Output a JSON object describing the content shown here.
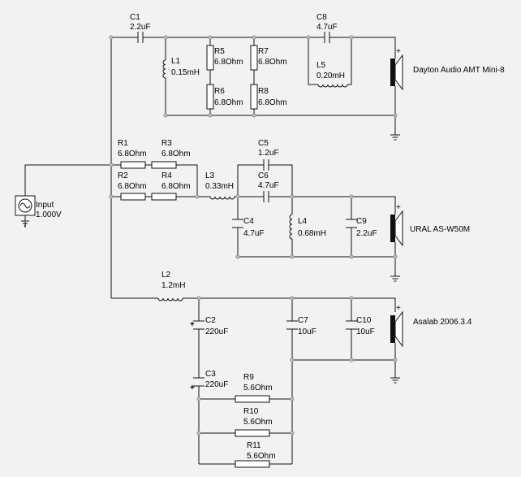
{
  "source": {
    "name": "Input",
    "value": "1.000V"
  },
  "components": {
    "C1": {
      "name": "C1",
      "value": "2.2uF"
    },
    "C2": {
      "name": "C2",
      "value": "220uF"
    },
    "C3": {
      "name": "C3",
      "value": "220uF"
    },
    "C4": {
      "name": "C4",
      "value": "4.7uF"
    },
    "C5": {
      "name": "C5",
      "value": "1.2uF"
    },
    "C6": {
      "name": "C6",
      "value": "4.7uF"
    },
    "C7": {
      "name": "C7",
      "value": "10uF"
    },
    "C8": {
      "name": "C8",
      "value": "4.7uF"
    },
    "C9": {
      "name": "C9",
      "value": "2.2uF"
    },
    "C10": {
      "name": "C10",
      "value": "10uF"
    },
    "L1": {
      "name": "L1",
      "value": "0.15mH"
    },
    "L2": {
      "name": "L2",
      "value": "1.2mH"
    },
    "L3": {
      "name": "L3",
      "value": "0.33mH"
    },
    "L4": {
      "name": "L4",
      "value": "0.68mH"
    },
    "L5": {
      "name": "L5",
      "value": "0.20mH"
    },
    "R1": {
      "name": "R1",
      "value": "6.8Ohm"
    },
    "R2": {
      "name": "R2",
      "value": "6.8Ohm"
    },
    "R3": {
      "name": "R3",
      "value": "6.8Ohm"
    },
    "R4": {
      "name": "R4",
      "value": "6.8Ohm"
    },
    "R5": {
      "name": "R5",
      "value": "6.8Ohm"
    },
    "R6": {
      "name": "R6",
      "value": "6.8Ohm"
    },
    "R7": {
      "name": "R7",
      "value": "6.8Ohm"
    },
    "R8": {
      "name": "R8",
      "value": "6.8Ohm"
    },
    "R9": {
      "name": "R9",
      "value": "5.6Ohm"
    },
    "R10": {
      "name": "R10",
      "value": "5.6Ohm"
    },
    "R11": {
      "name": "R11",
      "value": "5.6Ohm"
    }
  },
  "speakers": {
    "tweeter": "Dayton Audio AMT Mini-8",
    "midrange": "URAL AS-W50M",
    "woofer": "Asalab 2006.3.4"
  },
  "polarity_mark": "+"
}
